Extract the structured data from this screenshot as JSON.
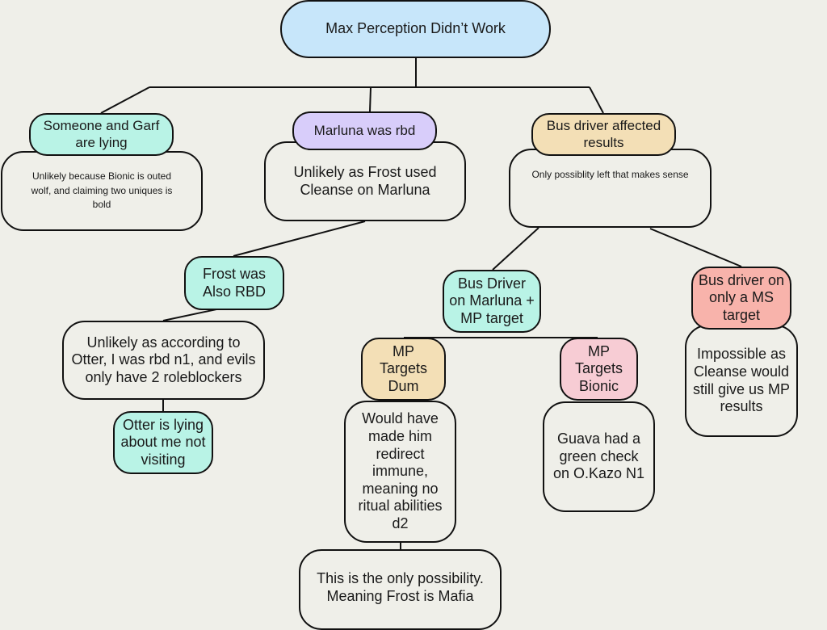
{
  "nodes": {
    "root": "Max Perception Didn’t Work",
    "someone_garf": "Someone and Garf are lying",
    "someone_garf_note": "Unlikely because Bionic is outed wolf, and claiming two uniques is bold",
    "marluna_rbd": "Marluna was rbd",
    "marluna_rbd_note": "Unlikely as Frost used Cleanse on Marluna",
    "bus_driver_affected": "Bus driver affected results",
    "bus_driver_affected_note": "Only possiblity left that makes sense",
    "frost_rbd": "Frost was Also RBD",
    "frost_rbd_note": "Unlikely as according to Otter, I was rbd n1, and evils only have 2 roleblockers",
    "otter_lying": "Otter is lying about me not visiting",
    "bus_marluna_mp": "Bus Driver on Marluna + MP target",
    "bus_ms_target": "Bus driver on only a MS target",
    "bus_ms_target_note": "Impossible as Cleanse would still give us MP results",
    "mp_dum": "MP Targets Dum",
    "mp_dum_note": "Would have made him redirect immune, meaning no ritual abilities d2",
    "mp_bionic": "MP Targets Bionic",
    "mp_bionic_note": "Guava had a green check on O.Kazo N1",
    "conclusion": "This is the only possibility. Meaning Frost is Mafia"
  },
  "colors": {
    "root": "#c7e6fa",
    "cyan": "#b9f3e6",
    "purple": "#d8cdfa",
    "tan": "#f3dfb6",
    "salmon": "#f8b3ab",
    "pink": "#f7ccd4",
    "background": "#efefe9"
  }
}
